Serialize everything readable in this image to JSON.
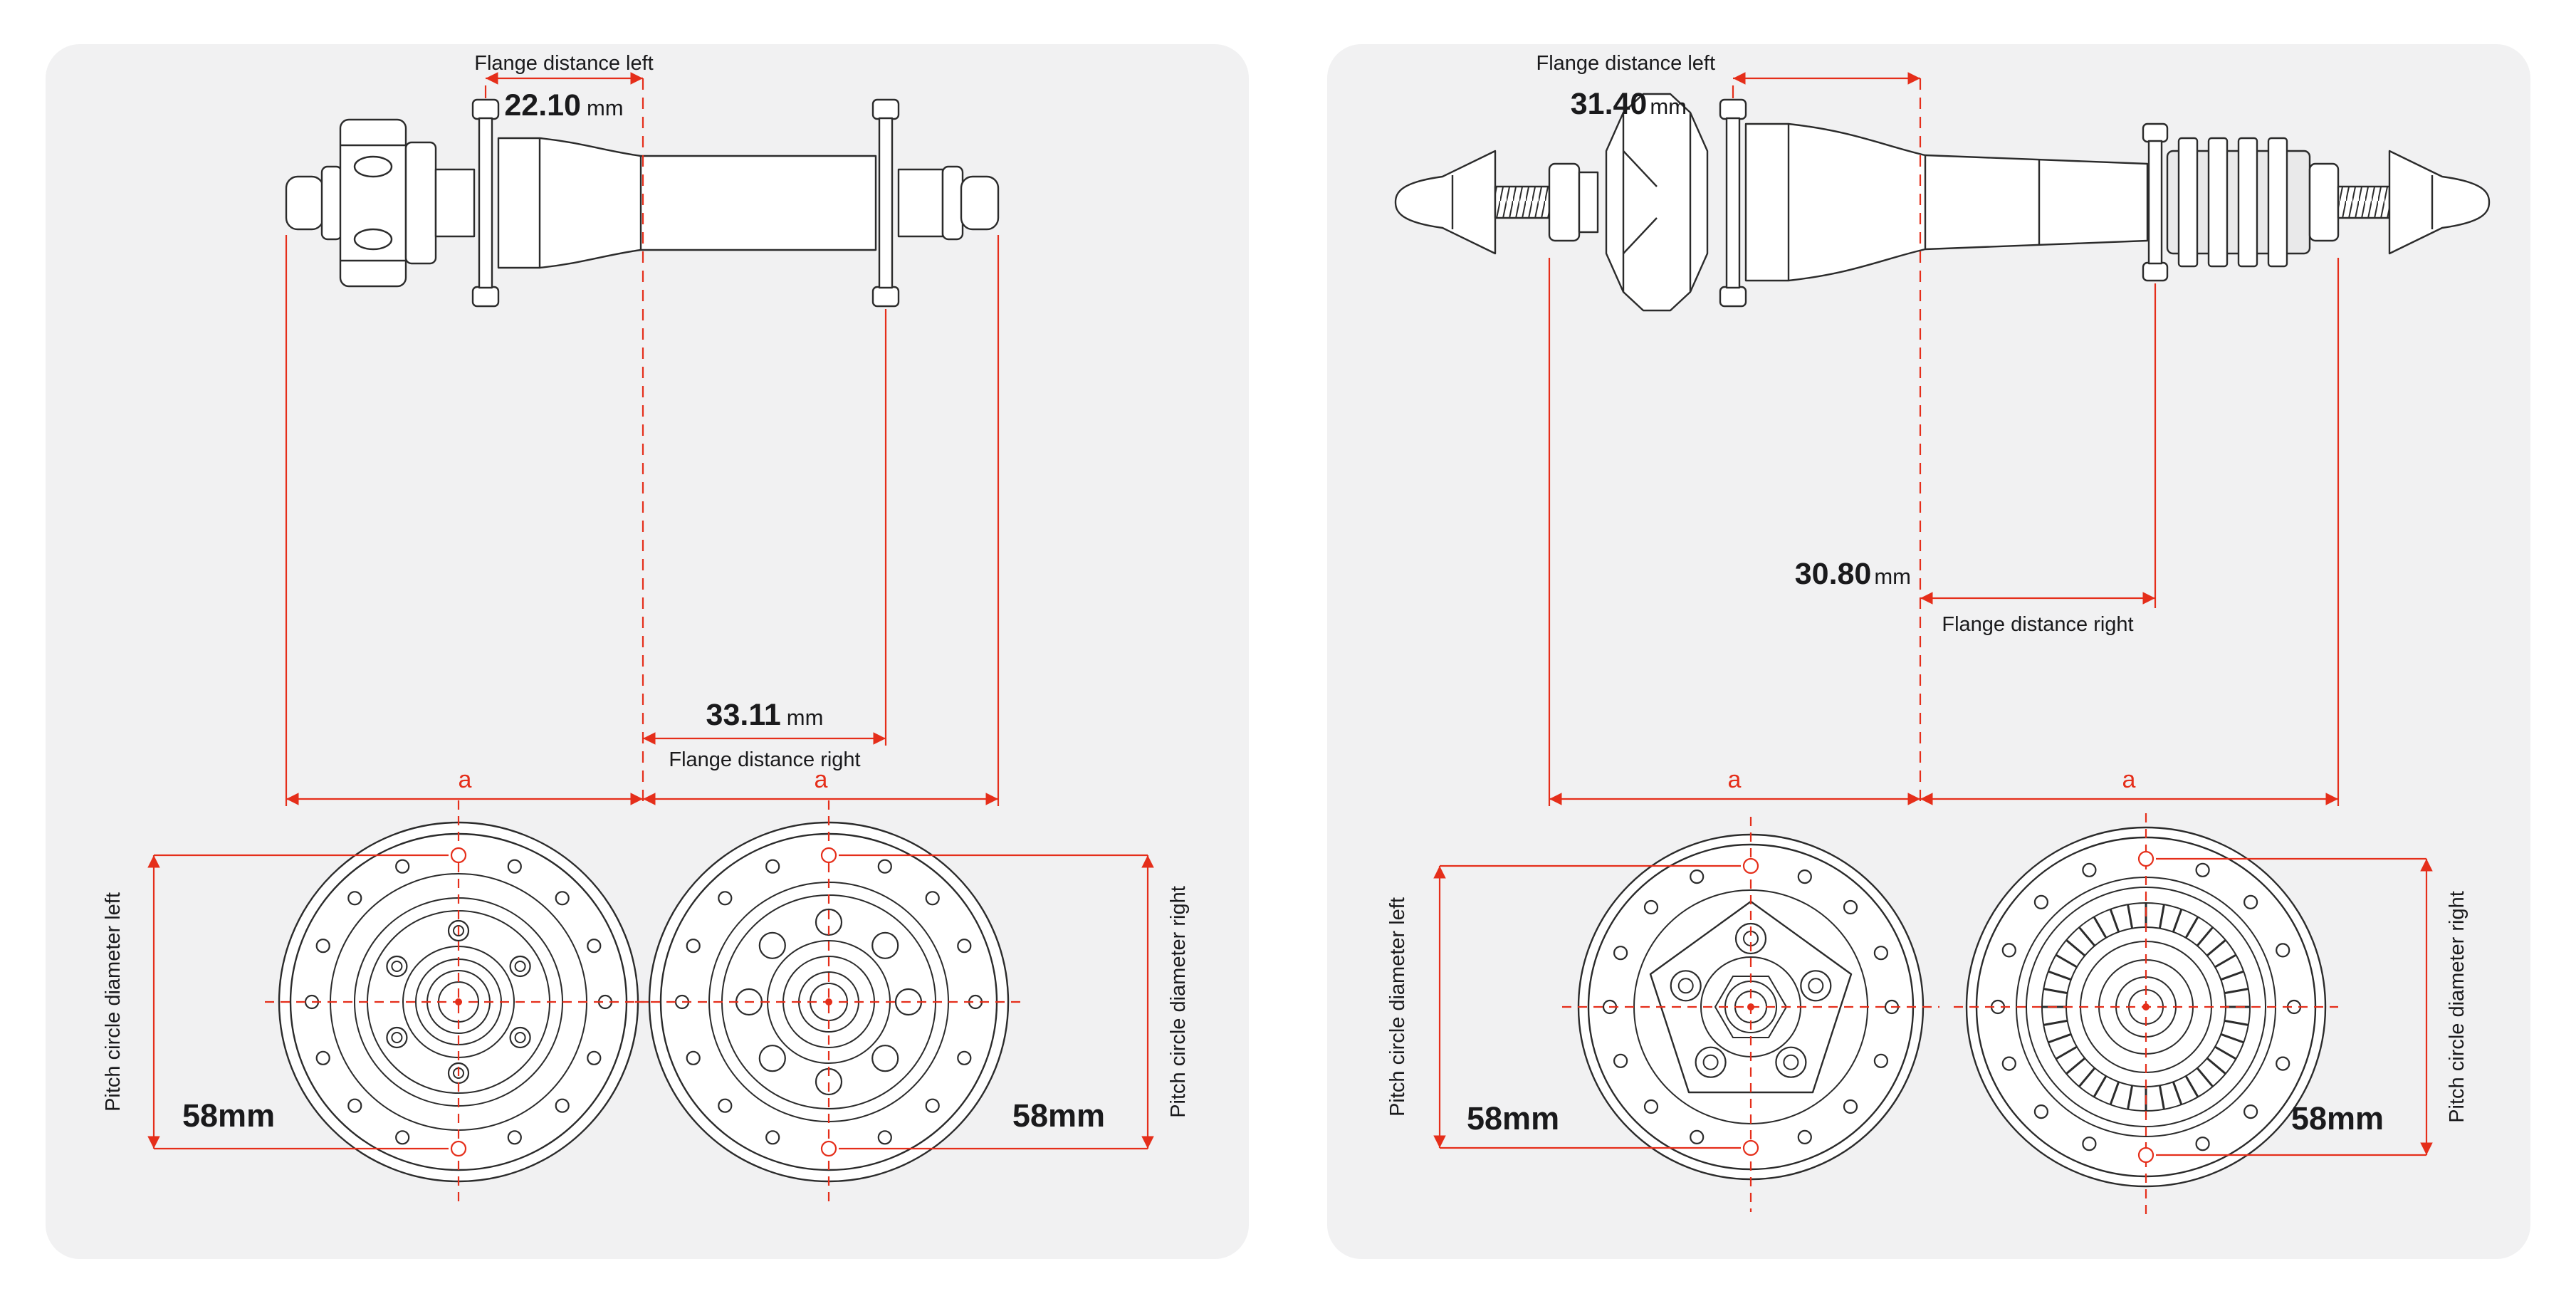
{
  "page": {
    "background": "#ffffff",
    "panel_background": "#f1f1f2"
  },
  "colors": {
    "dimension_red": "#e52e1a",
    "drawing_line": "#2b2b2b",
    "text": "#1a1a1c"
  },
  "panels": [
    {
      "name": "front-hub",
      "dimensions": {
        "flange_left": {
          "label": "Flange distance left",
          "value": "22.10",
          "unit": "mm"
        },
        "flange_right": {
          "label": "Flange distance right",
          "value": "33.11",
          "unit": "mm"
        },
        "axle_span_left": "a",
        "axle_span_right": "a",
        "pitch_left": {
          "label": "Pitch circle diameter left",
          "value": "58mm"
        },
        "pitch_right": {
          "label": "Pitch circle diameter right",
          "value": "58mm"
        }
      }
    },
    {
      "name": "rear-hub",
      "dimensions": {
        "flange_left": {
          "label": "Flange distance left",
          "value": "31.40",
          "unit": "mm"
        },
        "flange_right": {
          "label": "Flange distance right",
          "value": "30.80",
          "unit": "mm"
        },
        "axle_span_left": "a",
        "axle_span_right": "a",
        "pitch_left": {
          "label": "Pitch circle diameter left",
          "value": "58mm"
        },
        "pitch_right": {
          "label": "Pitch circle diameter right",
          "value": "58mm"
        }
      }
    }
  ]
}
